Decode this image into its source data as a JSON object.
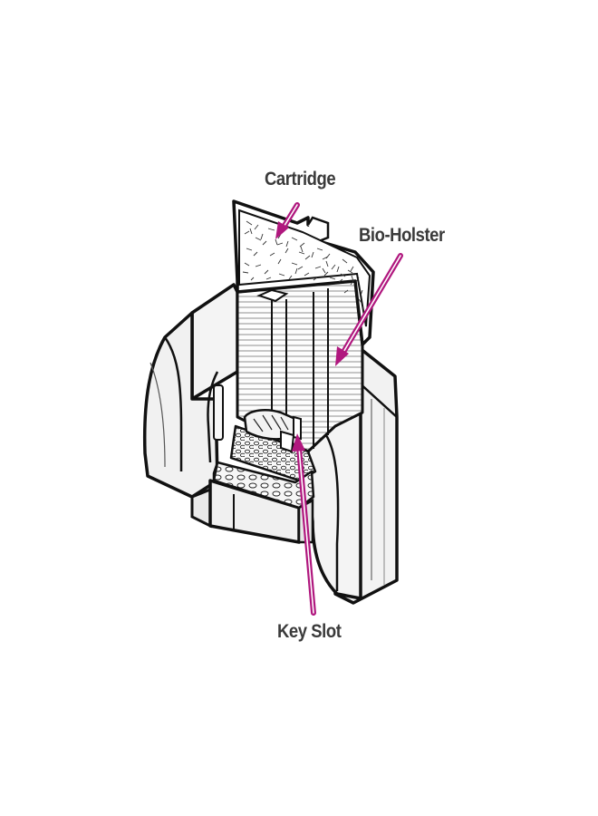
{
  "labels": {
    "cartridge": "Cartridge",
    "bio_holster": "Bio-Holster",
    "key_slot": "Key Slot"
  },
  "colors": {
    "arrow": "#b0177e",
    "arrow_highlight": "#ffffff",
    "outline": "#111111",
    "body_fill": "#f1f1f1",
    "label_text": "#3a3a3a"
  }
}
